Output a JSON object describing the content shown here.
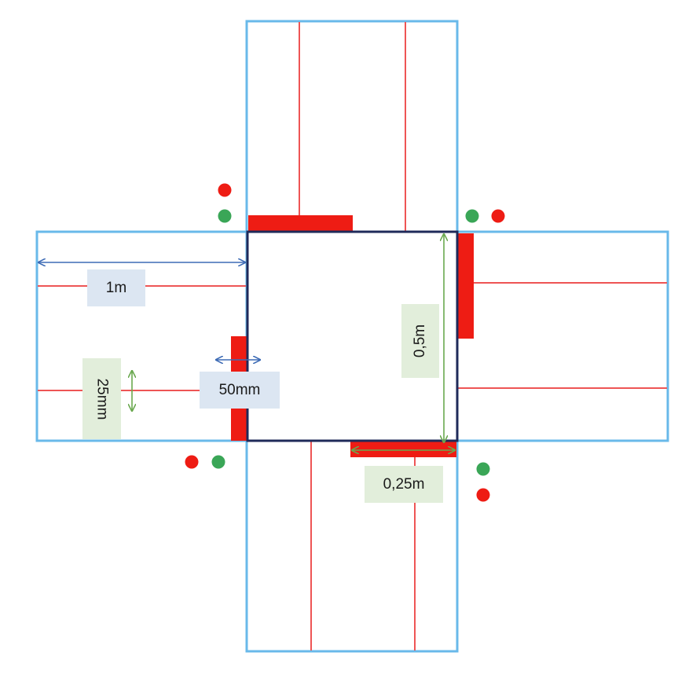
{
  "colors": {
    "road_outline": "#69b9ea",
    "lane_line": "#ee5555",
    "stop_bar": "#ee1c14",
    "junction_box": "#1f2a5a",
    "dim_blue": "#3d6bb5",
    "dim_green": "#6aa84f",
    "light_red": "#ee1c14",
    "light_green": "#3aa657",
    "label_blue_bg": "#dce6f2",
    "label_green_bg": "#e2eedb"
  },
  "labels": {
    "arm_length": "1m",
    "gap_width": "50mm",
    "bar_thickness": "25mm",
    "junction_size": "0,5m",
    "bar_length": "0,25m"
  },
  "icons": [
    "traffic-light-red-icon",
    "traffic-light-green-icon",
    "double-arrow-icon"
  ]
}
